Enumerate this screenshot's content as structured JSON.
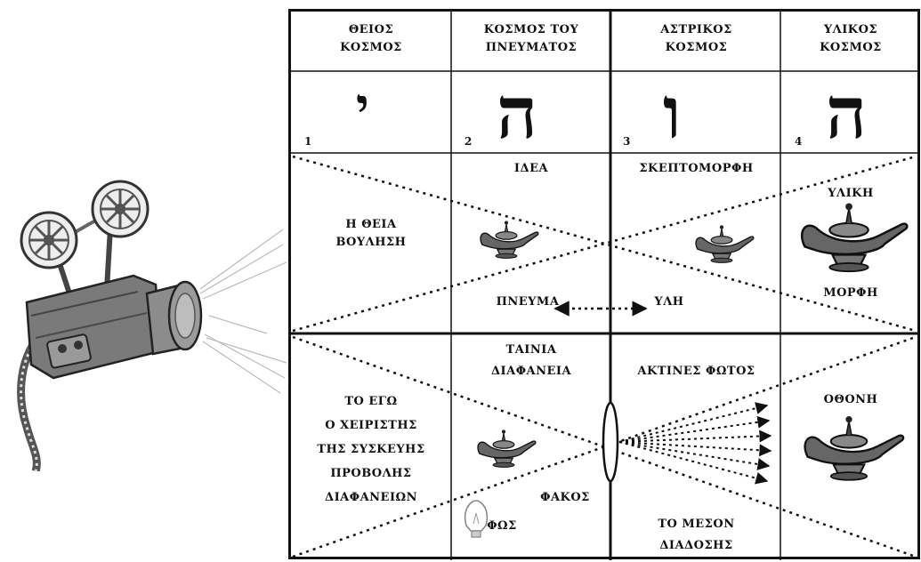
{
  "columns": [
    {
      "title_line1": "ΘΕΙΟΣ",
      "title_line2": "ΚΟΣΜΟΣ",
      "number": "1",
      "letter": "י"
    },
    {
      "title_line1": "ΚΟΣΜΟΣ ΤΟΥ",
      "title_line2": "ΠΝΕΥΜΑΤΟΣ",
      "number": "2",
      "letter": "ה"
    },
    {
      "title_line1": "ΑΣΤΡΙΚΟΣ",
      "title_line2": "ΚΟΣΜΟΣ",
      "number": "3",
      "letter": "ו"
    },
    {
      "title_line1": "ΥΛΙΚΟΣ",
      "title_line2": "ΚΟΣΜΟΣ",
      "number": "4",
      "letter": "ה"
    }
  ],
  "middle_row": {
    "divine_will_line1": "Η ΘΕΙΑ",
    "divine_will_line2": "ΒΟΥΛΗΣΗ",
    "idea": "ΙΔΕΑ",
    "thought_form": "ΣΚΕΠΤΟΜΟΡΦΗ",
    "material_form_line1": "ΥΛΙΚΗ",
    "material_form_line2": "ΜΟΡΦΗ",
    "spirit": "ΠΝΕΥΜΑ",
    "matter": "ΥΛΗ"
  },
  "bottom_row": {
    "ego_lines": [
      "ΤΟ ΕΓΩ",
      "Ο ΧΕΙΡΙΣΤΗΣ",
      "ΤΗΣ ΣΥΣΚΕΥΗΣ",
      "ΠΡΟΒΟΛΗΣ",
      "ΔΙΑΦΑΝΕΙΩΝ"
    ],
    "film_line1": "ΤΑΙΝΙΑ",
    "film_line2": "ΔΙΑΦΑΝΕΙΑ",
    "light_rays": "ΑΚΤΙΝΕΣ ΦΩΤΟΣ",
    "screen": "ΟΘΟΝΗ",
    "lens": "ΦΑΚΟΣ",
    "light": "ΦΩΣ",
    "medium_line1": "ΤΟ ΜΕΣΟΝ",
    "medium_line2": "ΔΙΑΔΟΣΗΣ"
  },
  "colors": {
    "line": "#111111",
    "lamp": "#555555",
    "projector": "#6e6e6e"
  }
}
